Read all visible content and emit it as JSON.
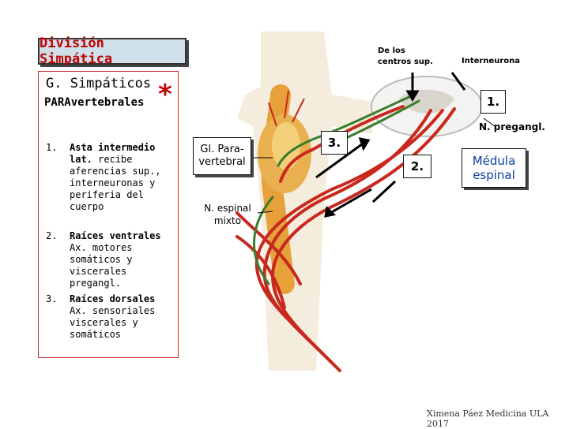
{
  "title": "División Simpática",
  "panel": {
    "heading": "G. Simpáticos",
    "subheading": "PARAvertebrales",
    "asterisk": "*",
    "items": [
      {
        "num": "1.",
        "bold": "Asta intermedio lat.",
        "text": "recibe aferencias sup., interneuronas y periferia del cuerpo"
      },
      {
        "num": "2.",
        "bold": "Raíces ventrales",
        "text": "Ax. motores somáticos y viscerales pregangl."
      },
      {
        "num": "3.",
        "bold": "Raíces dorsales",
        "text": "Ax. sensoriales viscerales y somáticos"
      }
    ]
  },
  "labels": {
    "centros": "De los centros sup.",
    "interneurona": "Interneurona",
    "n_pregangl": "N. pregangl.",
    "gl_paravertebral": "Gl. Para-vertebral",
    "n_espinal": "N. espinal mixto",
    "medula": "Médula espinal",
    "num1": "1.",
    "num2": "2.",
    "num3": "3."
  },
  "credit": "Ximena Páez Medicina ULA 2017",
  "colors": {
    "title_text": "#c00000",
    "title_bg": "#cfe0ea",
    "medula_text": "#0a3d9e",
    "nerve_red": "#c8281e",
    "nerve_green": "#3a7d2a",
    "ganglion": "#e6a13a"
  }
}
